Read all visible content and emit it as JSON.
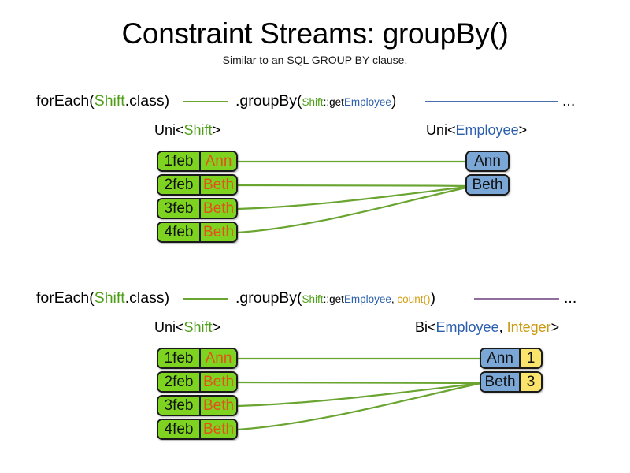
{
  "header": {
    "title": "Constraint Streams: groupBy()",
    "subtitle": "Similar to an SQL GROUP BY clause."
  },
  "colors": {
    "shift_green": "#4f9e17",
    "employee_blue": "#2b5fad",
    "count_gold": "#d4a017",
    "box_green": "#7ed321",
    "box_blue": "#7ba7d7",
    "box_yellow": "#fbe46c",
    "name_orange": "#e2521a",
    "link_green": "#6aa532",
    "link_blue": "#4a6fae",
    "link_purple": "#8e6f9e"
  },
  "diagrams": [
    {
      "id": "groupby-single",
      "expression": {
        "for_each": {
          "prefix": "forEach(",
          "type": "Shift",
          "suffix": ".class)"
        },
        "connector_1_color": "#6aa532",
        "group_by": {
          "prefix": ".groupBy(",
          "arg1_type": "Shift",
          "arg1_sep": "::",
          "arg1_method_get": "get",
          "arg1_method_tail": "Employee",
          "suffix": ")"
        },
        "connector_2_color": "#4a6fae",
        "ellipsis": "..."
      },
      "left_label": {
        "prefix": "Uni<",
        "type": "Shift",
        "suffix": ">"
      },
      "right_label": {
        "prefix": "Uni<",
        "type": "Employee",
        "suffix": ">"
      },
      "left_nodes": [
        {
          "date": "1feb",
          "name": "Ann"
        },
        {
          "date": "2feb",
          "name": "Beth"
        },
        {
          "date": "3feb",
          "name": "Beth"
        },
        {
          "date": "4feb",
          "name": "Beth"
        }
      ],
      "right_nodes": [
        {
          "name": "Ann"
        },
        {
          "name": "Beth"
        }
      ],
      "links": [
        {
          "from": 0,
          "to": 0
        },
        {
          "from": 1,
          "to": 1
        },
        {
          "from": 2,
          "to": 1
        },
        {
          "from": 3,
          "to": 1
        }
      ]
    },
    {
      "id": "groupby-count",
      "expression": {
        "for_each": {
          "prefix": "forEach(",
          "type": "Shift",
          "suffix": ".class)"
        },
        "connector_1_color": "#6aa532",
        "group_by": {
          "prefix": ".groupBy(",
          "arg1_type": "Shift",
          "arg1_sep": "::",
          "arg1_method_get": "get",
          "arg1_method_tail": "Employee",
          "arg_comma": ", ",
          "arg2": "count()",
          "suffix": ")"
        },
        "connector_2_color": "#8e6f9e",
        "ellipsis": "..."
      },
      "left_label": {
        "prefix": "Uni<",
        "type": "Shift",
        "suffix": ">"
      },
      "right_label": {
        "prefix": "Bi<",
        "type": "Employee",
        "mid": ", ",
        "type2": "Integer",
        "suffix": ">"
      },
      "left_nodes": [
        {
          "date": "1feb",
          "name": "Ann"
        },
        {
          "date": "2feb",
          "name": "Beth"
        },
        {
          "date": "3feb",
          "name": "Beth"
        },
        {
          "date": "4feb",
          "name": "Beth"
        }
      ],
      "right_nodes": [
        {
          "name": "Ann",
          "count": "1"
        },
        {
          "name": "Beth",
          "count": "3"
        }
      ],
      "links": [
        {
          "from": 0,
          "to": 0
        },
        {
          "from": 1,
          "to": 1
        },
        {
          "from": 2,
          "to": 1
        },
        {
          "from": 3,
          "to": 1
        }
      ]
    }
  ]
}
